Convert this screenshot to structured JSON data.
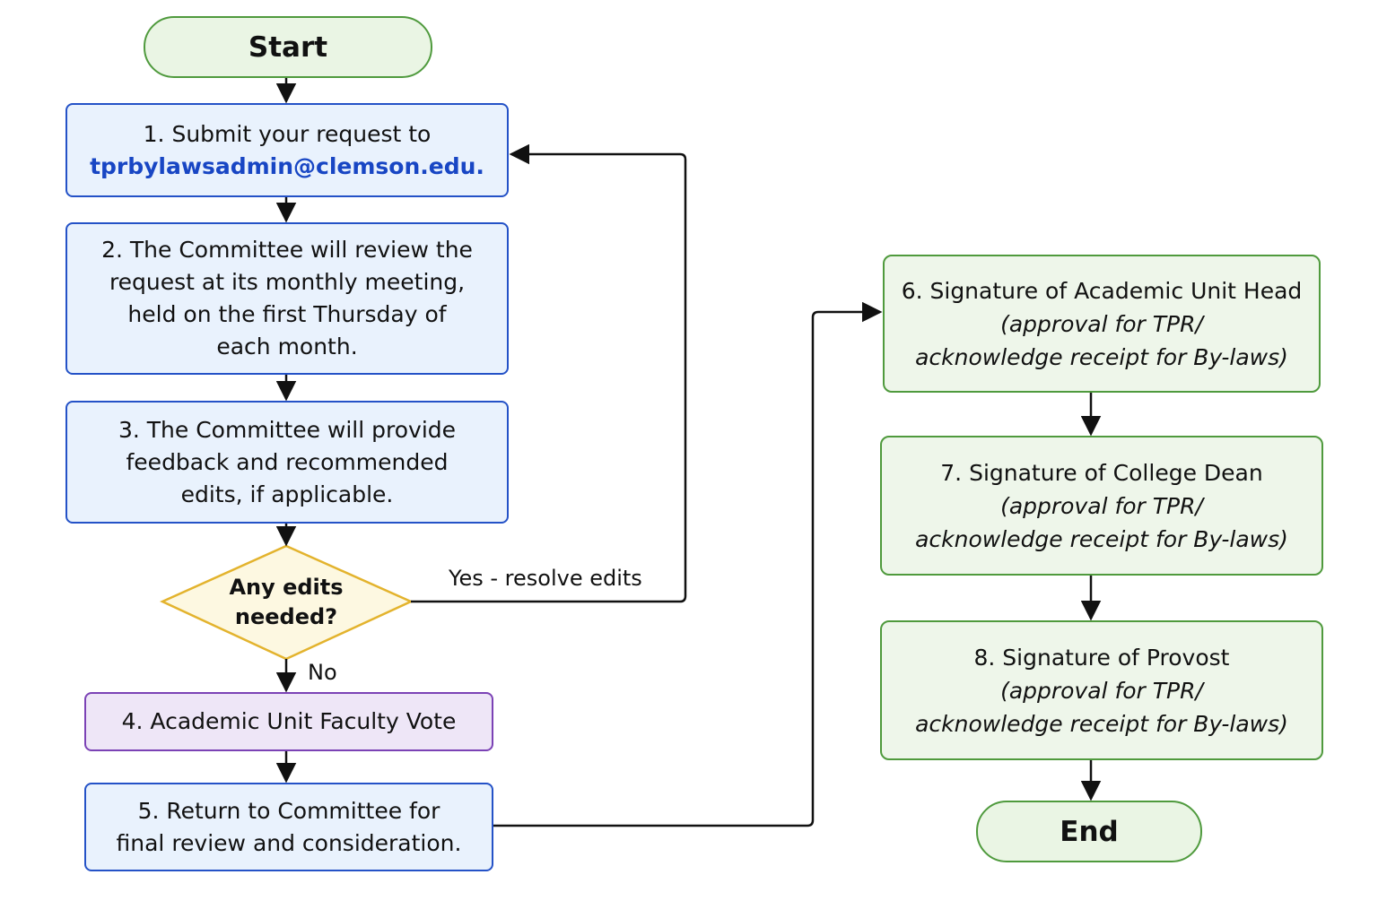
{
  "colors": {
    "terminal_fill": "#eaf5e4",
    "terminal_border": "#4f9a3d",
    "process_fill": "#e9f2fd",
    "process_border": "#2452c7",
    "vote_fill": "#eee6f7",
    "vote_border": "#7b42b5",
    "decision_fill": "#fdf8e1",
    "decision_border": "#e3b32d",
    "link": "#1846c4",
    "connector": "#111111"
  },
  "start": {
    "label": "Start"
  },
  "end": {
    "label": "End"
  },
  "steps": {
    "s1": {
      "line1": "1. Submit your request to",
      "email": "tprbylawsadmin@clemson.edu."
    },
    "s2": {
      "lines": [
        "2. The Committee will review the",
        "request at its monthly meeting,",
        "held on the first Thursday of",
        "each month."
      ]
    },
    "s3": {
      "lines": [
        "3. The Committee will provide",
        "feedback and recommended",
        "edits, if applicable."
      ]
    },
    "s4": {
      "label": "4. Academic Unit Faculty Vote"
    },
    "s5": {
      "lines": [
        "5. Return to Committee for",
        "final review and consideration."
      ]
    },
    "s6": {
      "title": "6. Signature of Academic Unit Head",
      "note1": "(approval for TPR/",
      "note2": "acknowledge receipt for By-laws)"
    },
    "s7": {
      "title": "7. Signature of College Dean",
      "note1": "(approval for TPR/",
      "note2": "acknowledge receipt for By-laws)"
    },
    "s8": {
      "title": "8. Signature of Provost",
      "note1": "(approval for TPR/",
      "note2": "acknowledge receipt for By-laws)"
    }
  },
  "decision": {
    "line1": "Any edits",
    "line2": "needed?",
    "yes_label": "Yes - resolve edits",
    "no_label": "No"
  }
}
